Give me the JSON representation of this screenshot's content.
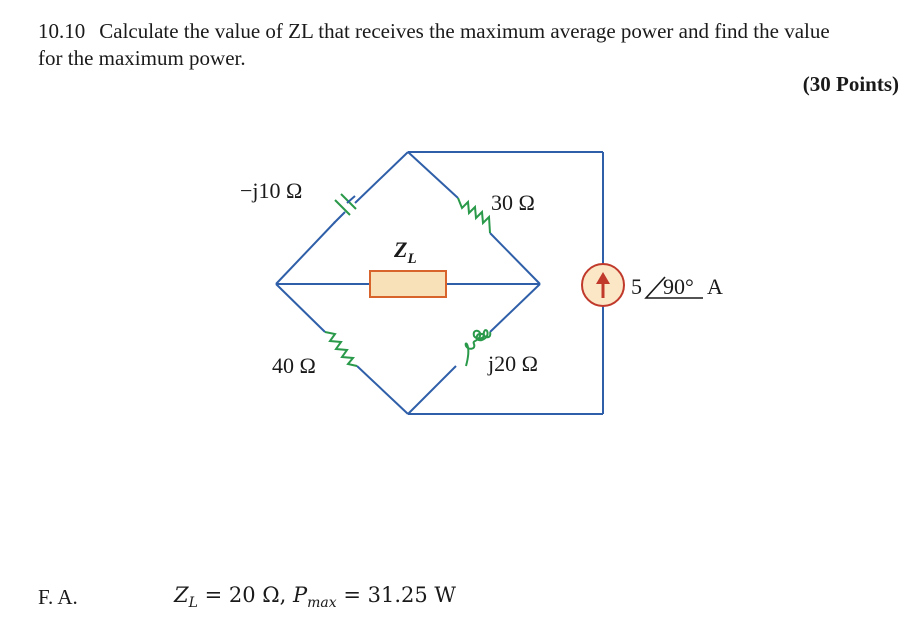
{
  "question": {
    "number": "10.10",
    "line1": "Calculate the value of ZL that receives the maximum average power and find the value",
    "line2": "for the maximum power.",
    "points": "(30 Points)"
  },
  "circuit": {
    "capacitor_label": "−j10 Ω",
    "resistor_30_label": "30 Ω",
    "load_label_main": "Z",
    "load_label_sub": "L",
    "resistor_40_label": "40 Ω",
    "inductor_label": "j20 Ω",
    "source_magnitude": "5",
    "source_angle": "90°",
    "source_unit": "A",
    "colors": {
      "wire": "#2f5fa8",
      "resistor": "#2a9a4a",
      "load_fill": "#f8e0b8",
      "load_stroke": "#d9642b",
      "source_stroke": "#c0392b",
      "source_fill": "#fbe6c6",
      "arrow": "#c0392b"
    }
  },
  "answer": {
    "prefix": "F. A.",
    "zl_symbol": "Z",
    "zl_sub": "L",
    "zl_value": " = 20 Ω,  ",
    "p_symbol": "P",
    "p_sub": "max",
    "p_value": " = 31.25 W"
  }
}
